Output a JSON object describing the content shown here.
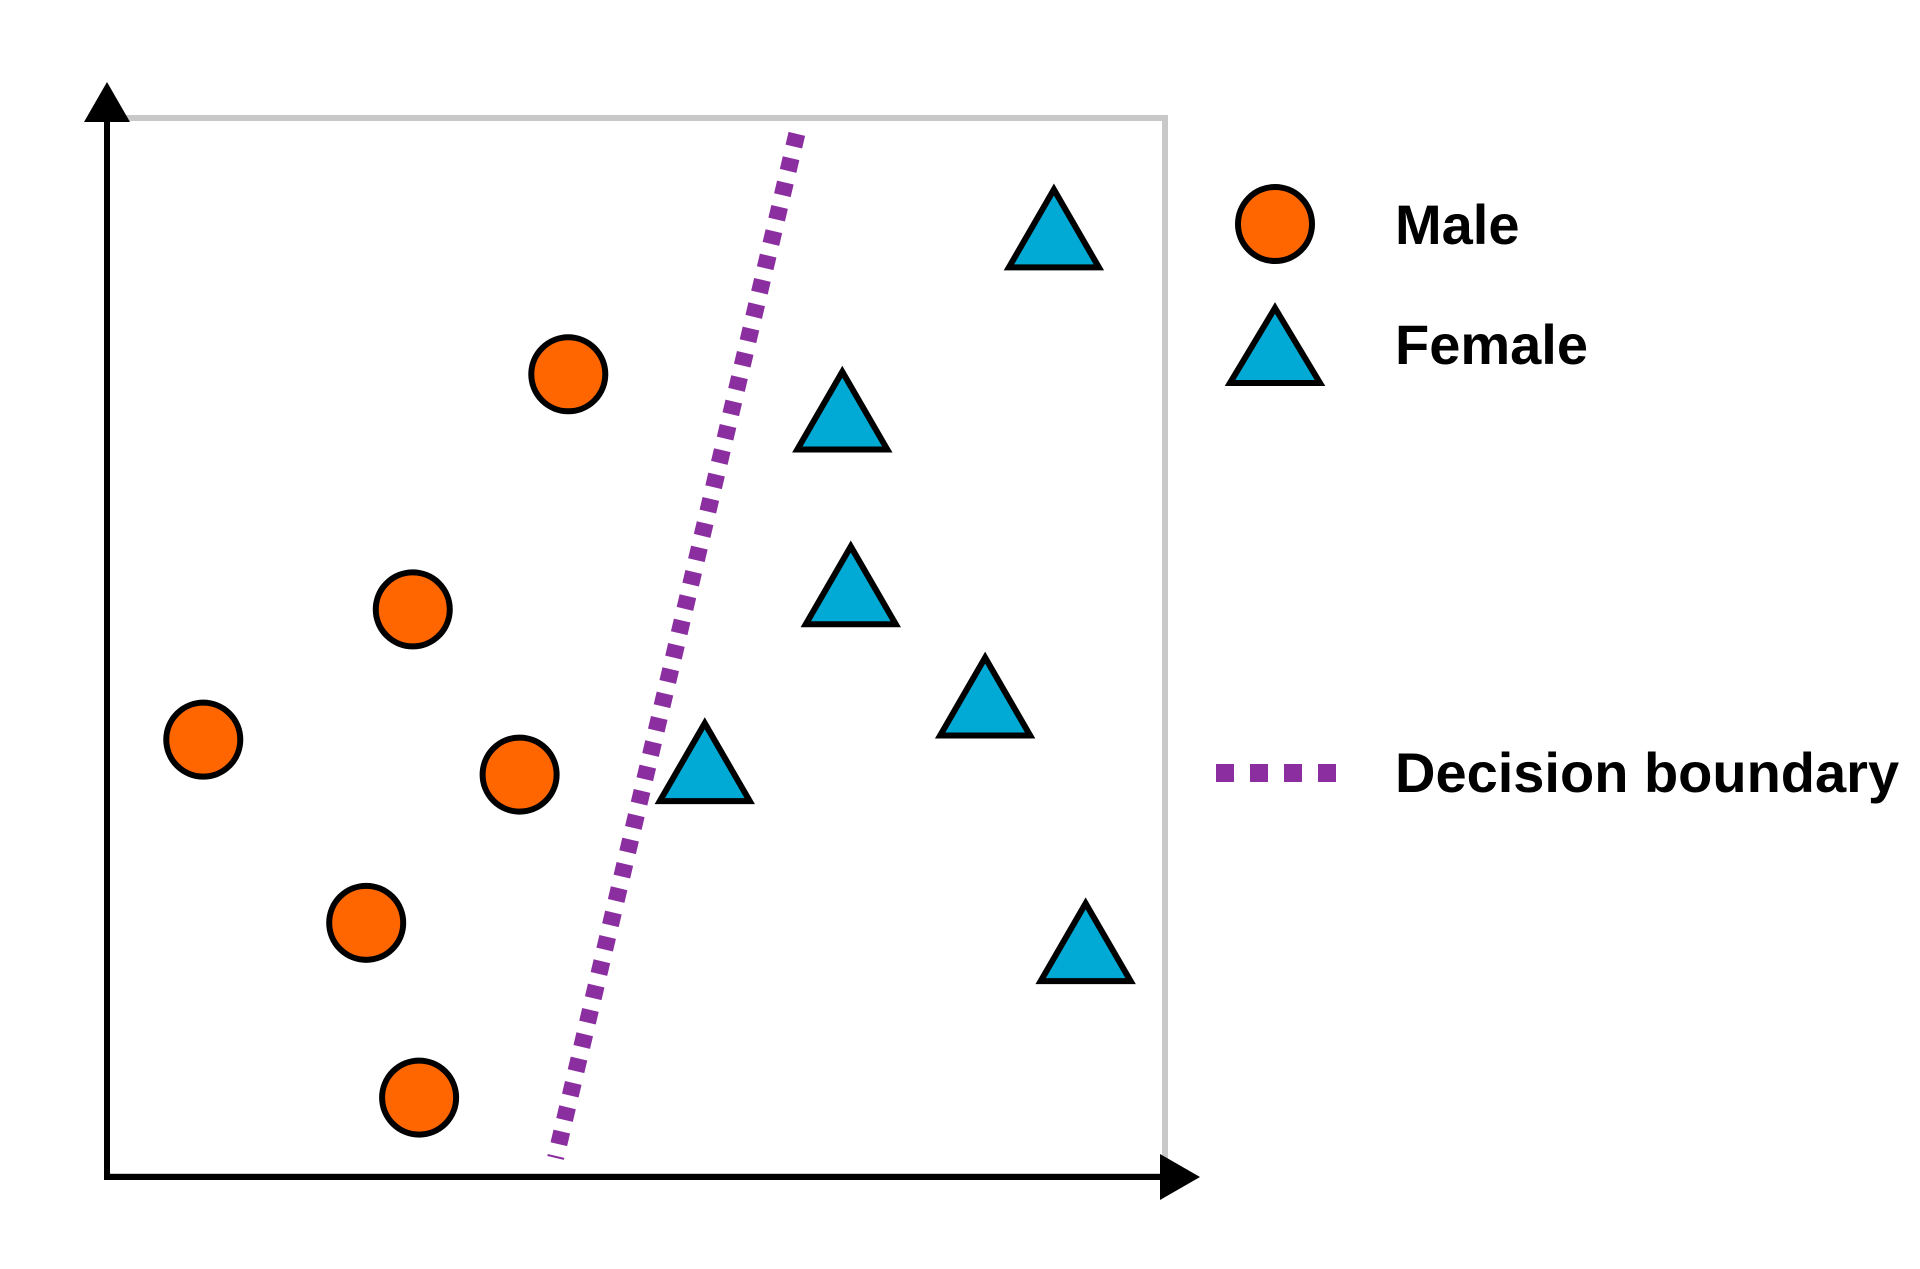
{
  "chart_data": {
    "type": "scatter",
    "title": "",
    "xlabel": "",
    "ylabel": "",
    "xlim": [
      0,
      100
    ],
    "ylim": [
      0,
      100
    ],
    "grid": false,
    "legend_position": "right",
    "series": [
      {
        "name": "Male",
        "marker": "circle",
        "color": "#ff6600",
        "points": [
          {
            "x": 43.6,
            "y": 75.8
          },
          {
            "x": 28.9,
            "y": 53.6
          },
          {
            "x": 9.1,
            "y": 41.3
          },
          {
            "x": 39.0,
            "y": 38.0
          },
          {
            "x": 24.5,
            "y": 24.0
          },
          {
            "x": 29.5,
            "y": 7.5
          }
        ]
      },
      {
        "name": "Female",
        "marker": "triangle",
        "color": "#00aad4",
        "points": [
          {
            "x": 89.5,
            "y": 89.2
          },
          {
            "x": 69.5,
            "y": 72.0
          },
          {
            "x": 70.3,
            "y": 55.5
          },
          {
            "x": 83.0,
            "y": 45.0
          },
          {
            "x": 56.5,
            "y": 38.8
          },
          {
            "x": 92.5,
            "y": 21.8
          }
        ]
      }
    ],
    "lines": [
      {
        "name": "Decision boundary",
        "style": "dotted",
        "color": "#8b2fa0",
        "x": [
          65.2,
          42.4
        ],
        "y": [
          98.5,
          1.8
        ]
      }
    ],
    "legend": [
      "Male",
      "Female",
      "Decision boundary"
    ]
  }
}
